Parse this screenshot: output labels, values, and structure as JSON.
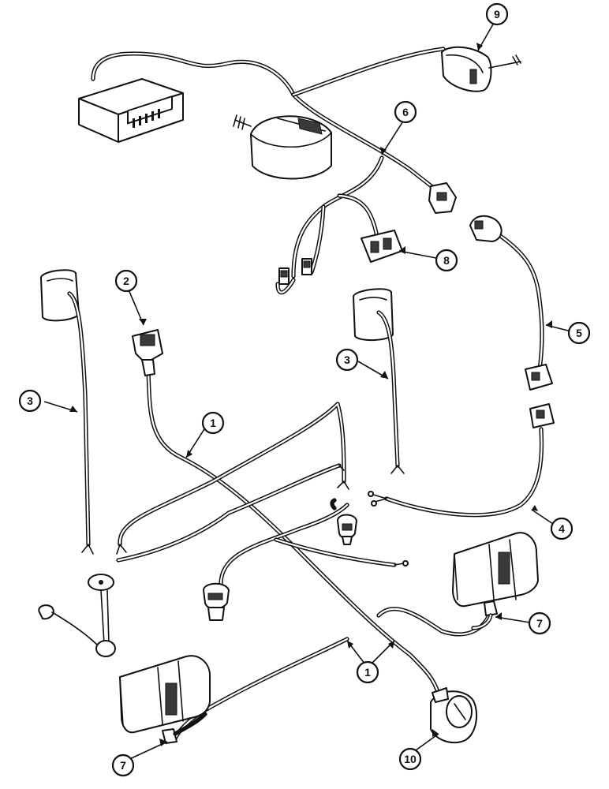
{
  "figure": {
    "callouts": [
      {
        "id": "c1a",
        "label": "1"
      },
      {
        "id": "c1b",
        "label": "1"
      },
      {
        "id": "c2",
        "label": "2"
      },
      {
        "id": "c3a",
        "label": "3"
      },
      {
        "id": "c3b",
        "label": "3"
      },
      {
        "id": "c4",
        "label": "4"
      },
      {
        "id": "c5",
        "label": "5"
      },
      {
        "id": "c6",
        "label": "6"
      },
      {
        "id": "c7a",
        "label": "7"
      },
      {
        "id": "c7b",
        "label": "7"
      },
      {
        "id": "c8",
        "label": "8"
      },
      {
        "id": "c9",
        "label": "9"
      },
      {
        "id": "c10",
        "label": "10"
      }
    ]
  }
}
